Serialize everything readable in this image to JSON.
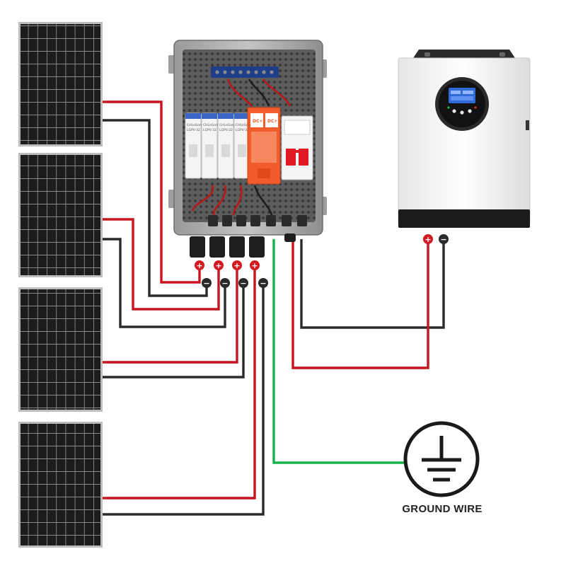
{
  "diagram": {
    "ground_label": "GROUND WIRE",
    "polarity": {
      "positive": "+",
      "negative": "−"
    },
    "breaker_brand": "CHLeGom",
    "breaker_model": "LGPV-32",
    "spd_label": "DC+",
    "colors": {
      "positive_wire": "#c8141e",
      "negative_wire": "#2a2a2a",
      "ground_wire": "#18b04a",
      "spd_body": "#f25c2a",
      "lcd": "#2f6bd8"
    },
    "icons": [
      "solar-panel-icon",
      "combiner-box-icon",
      "inverter-icon",
      "ground-symbol-icon"
    ]
  }
}
